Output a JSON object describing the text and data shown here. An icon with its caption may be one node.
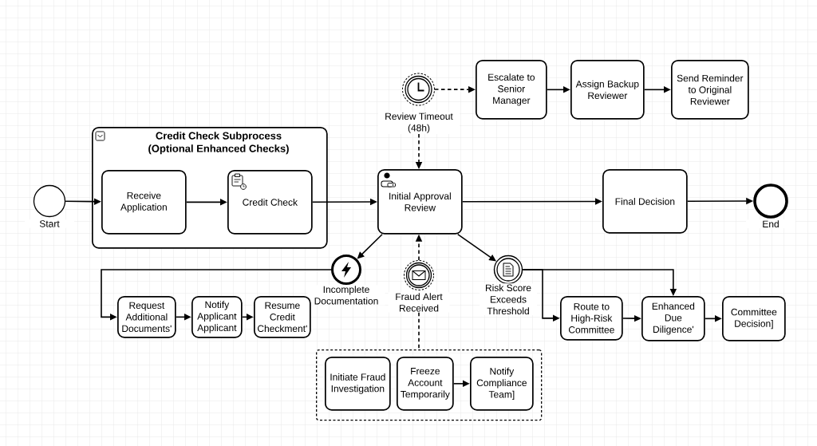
{
  "diagram": {
    "nodes": [
      {
        "text": [],
        "shape": "circle",
        "beside": [
          "Start"
        ]
      },
      {
        "text": [
          "Credit Check Subprocess (Optional Enhanced Checks)"
        ]
      },
      {
        "text": [
          "Receive Application"
        ],
        "in": 1
      },
      {
        "text": [
          "Credit Check"
        ],
        "in": 1
      },
      {
        "text": [
          "Initial Approval Review"
        ]
      },
      {
        "text": [],
        "shape": "circle",
        "beside": [
          "Review Timeout (48h)"
        ]
      },
      {
        "text": [
          "Escalate to Senior Manager"
        ]
      },
      {
        "text": [
          "Assign Backup Reviewer"
        ]
      },
      {
        "text": [
          "Send Reminder to Original Reviewer"
        ]
      },
      {
        "text": [
          "Final Decision"
        ]
      },
      {
        "text": [],
        "shape": "circle",
        "beside": [
          "End"
        ]
      },
      {
        "text": [],
        "shape": "circle",
        "beside": [
          "Incomplete Documentation"
        ]
      },
      {
        "text": [],
        "shape": "circle",
        "beside": [
          "Fraud Alert Received"
        ]
      },
      {
        "text": [],
        "shape": "circle",
        "beside": [
          "Risk Score Exceeds Threshold"
        ]
      },
      {
        "text": [
          "Request Additional Documents'"
        ]
      },
      {
        "text": [
          "Notify Applicant Applicant"
        ]
      },
      {
        "text": [
          "Resume Credit Checkment'"
        ]
      },
      {
        "text": [],
        "shape": "box"
      },
      {
        "text": [
          "Initiate Fraud Investigation"
        ],
        "in": 17
      },
      {
        "text": [
          "Freeze Account Temporarily"
        ],
        "in": 17
      },
      {
        "text": [
          "Notify Compliance Team]"
        ],
        "in": 17
      },
      {
        "text": [
          "Route to High-Risk Committee"
        ]
      },
      {
        "text": [
          "Enhanced Due Diligence'"
        ]
      },
      {
        "text": [
          "Committee Decision]"
        ]
      }
    ],
    "edges": [
      {
        "from": 0,
        "to": 2,
        "arrow": "to"
      },
      {
        "from": 2,
        "to": 3,
        "arrow": "to"
      },
      {
        "from": 3,
        "to": 4,
        "arrow": "to"
      },
      {
        "from": 4,
        "to": 9,
        "arrow": "to"
      },
      {
        "from": 9,
        "to": 10,
        "arrow": "to"
      },
      {
        "from": 5,
        "to": 4,
        "arrow": "to",
        "style": "dashed"
      },
      {
        "from": 5,
        "to": 6,
        "arrow": "to",
        "style": "dashed"
      },
      {
        "from": 6,
        "to": 7,
        "arrow": "to"
      },
      {
        "from": 7,
        "to": 8,
        "arrow": "to"
      },
      {
        "from": 4,
        "to": 11,
        "arrow": "to"
      },
      {
        "from": 12,
        "to": 4,
        "arrow": "to",
        "style": "dashed"
      },
      {
        "from": 12,
        "to": 17,
        "arrow": "none",
        "style": "dashed"
      },
      {
        "from": 4,
        "to": 13,
        "arrow": "to"
      },
      {
        "from": 11,
        "to": 14,
        "arrow": "to"
      },
      {
        "from": 14,
        "to": 15,
        "arrow": "to"
      },
      {
        "from": 15,
        "to": 16,
        "arrow": "to"
      },
      {
        "from": 19,
        "to": 20,
        "arrow": "to"
      },
      {
        "from": 13,
        "to": 21,
        "arrow": "to"
      },
      {
        "from": 13,
        "to": 22,
        "arrow": "to"
      },
      {
        "from": 21,
        "to": 22,
        "arrow": "to"
      },
      {
        "from": 22,
        "to": 23,
        "arrow": "to"
      }
    ]
  }
}
